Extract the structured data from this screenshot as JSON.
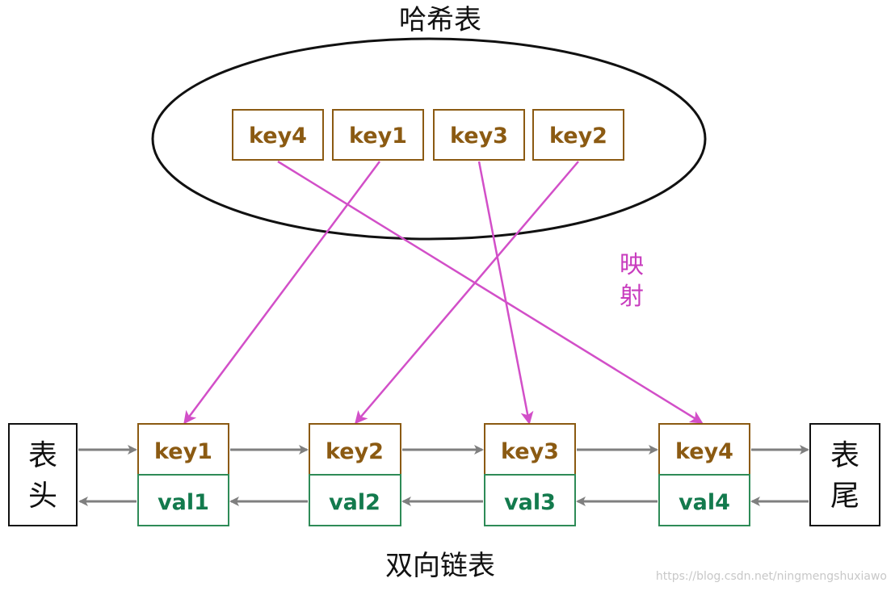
{
  "hash_table": {
    "title": "哈希表",
    "keys": [
      "key4",
      "key1",
      "key3",
      "key2"
    ]
  },
  "mapping_label": "映射",
  "linked_list": {
    "title": "双向链表",
    "head_label": [
      "表",
      "头"
    ],
    "tail_label": [
      "表",
      "尾"
    ],
    "nodes": [
      {
        "key": "key1",
        "val": "val1"
      },
      {
        "key": "key2",
        "val": "val2"
      },
      {
        "key": "key3",
        "val": "val3"
      },
      {
        "key": "key4",
        "val": "val4"
      }
    ]
  },
  "mappings": [
    {
      "from": "key1",
      "to": "key1"
    },
    {
      "from": "key2",
      "to": "key2"
    },
    {
      "from": "key3",
      "to": "key3"
    },
    {
      "from": "key4",
      "to": "key4"
    }
  ],
  "watermark": "https://blog.csdn.net/ningmengshuxiawo",
  "colors": {
    "key_text": "#8B5A12",
    "key_border": "#8B5A12",
    "val_text": "#137a4d",
    "val_border": "#2e8b57",
    "arrow_gray": "#7f7f7f",
    "mapping_arrow": "#d24fc8",
    "mapping_label": "#c83cbe"
  }
}
